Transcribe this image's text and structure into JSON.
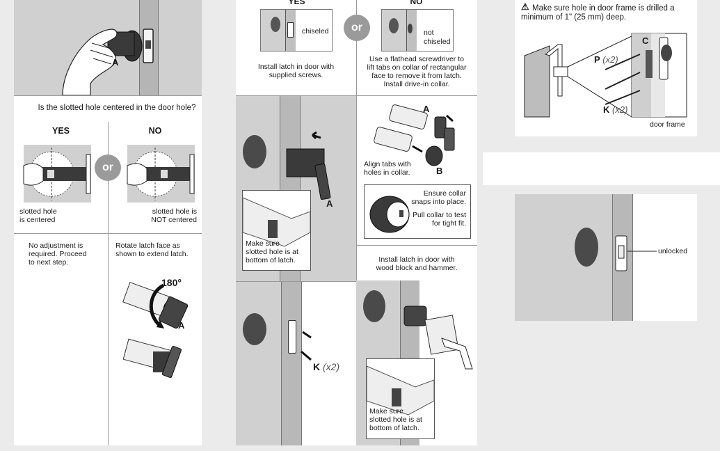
{
  "left": {
    "label_a_top": "A",
    "question": "Is the slotted hole centered in the door hole?",
    "yes": "YES",
    "no": "NO",
    "or": "or",
    "yes_caption_1": "slotted hole",
    "yes_caption_2": "is centered",
    "no_caption_1": "slotted hole is",
    "no_caption_2": "NOT centered",
    "no_adjust_1": "No adjustment is",
    "no_adjust_2": "required. Proceed",
    "no_adjust_3": "to next step.",
    "rotate_1": "Rotate latch face as",
    "rotate_2": "shown to extend latch.",
    "degrees": "180°",
    "label_a_rotate": "A"
  },
  "middle": {
    "yes": "YES",
    "no": "NO",
    "or": "or",
    "chiseled": "chiseled",
    "not_chiseled_1": "not",
    "not_chiseled_2": "chiseled",
    "install_1": "Install latch in door with",
    "install_2": "supplied screws.",
    "flathead_1": "Use a flathead screwdriver to",
    "flathead_2": "lift tabs on collar of rectangular",
    "flathead_3": "face to remove it from latch.",
    "flathead_4": "Install drive-in collar.",
    "label_a_mid": "A",
    "make_sure_1": "Make sure",
    "make_sure_2": "slotted hole is at",
    "make_sure_3": "bottom of latch.",
    "label_a_parts": "A",
    "label_b_parts": "B",
    "align_1": "Align tabs with",
    "align_2": "holes in collar.",
    "ensure_1": "Ensure collar",
    "ensure_2": "snaps into place.",
    "pull_1": "Pull collar to test",
    "pull_2": "for tight fit.",
    "k": "K",
    "k_qty": "(x2)",
    "wood_1": "Install latch in door with",
    "wood_2": "wood block and hammer.",
    "make_sure_b_1": "Make sure",
    "make_sure_b_2": "slotted hole is at",
    "make_sure_b_3": "bottom of latch."
  },
  "right": {
    "warning_1": "Make sure hole in door frame is drilled a",
    "warning_2": "minimum of 1\" (25 mm) deep.",
    "c": "C",
    "p": "P",
    "p_qty": "(x2)",
    "k": "K",
    "k_qty": "(x2)",
    "door_frame": "door frame",
    "unlocked": "unlocked"
  },
  "colors": {
    "background": "#ebebeb",
    "door_edge": "#c8c8c8",
    "or_badge": "#9a9a9a",
    "dark_hole": "#4a4a4a"
  }
}
